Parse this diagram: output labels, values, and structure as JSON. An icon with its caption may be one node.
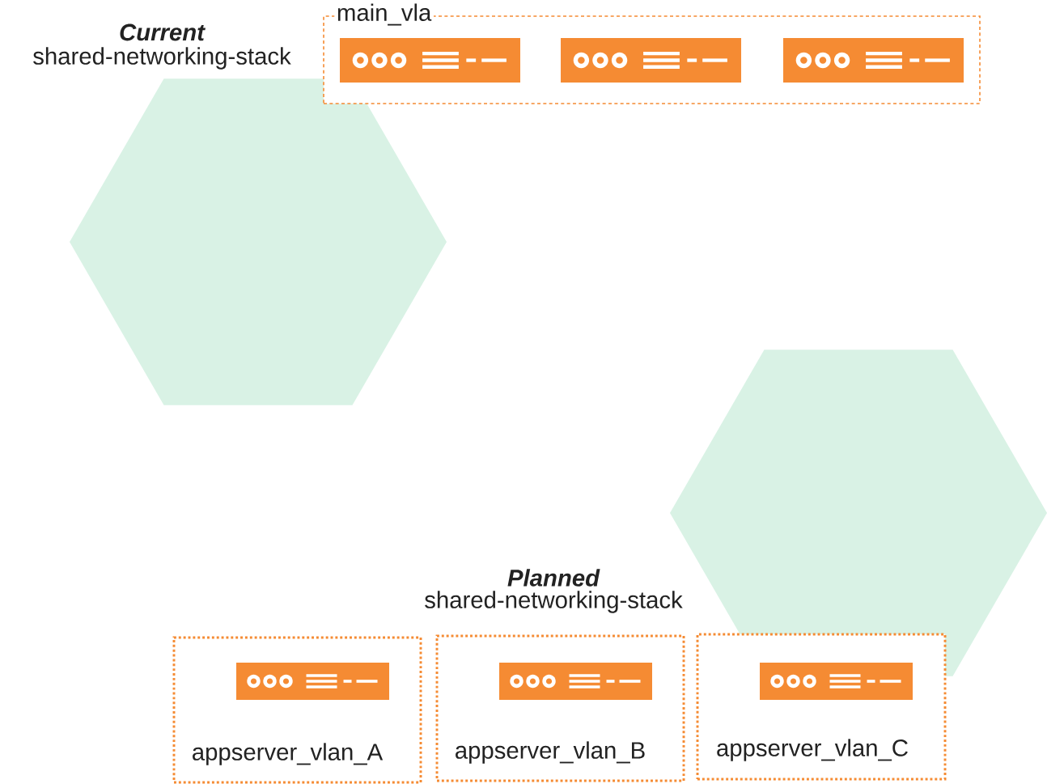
{
  "diagram": {
    "nodes": [
      {
        "text": [
          "main_vla"
        ]
      },
      {
        "text": [],
        "shape": "box",
        "in": 0
      },
      {
        "text": [],
        "shape": "box",
        "in": 0
      },
      {
        "text": [],
        "shape": "box",
        "in": 0
      },
      {
        "text": [],
        "shape": "hexagon"
      },
      {
        "text": [],
        "shape": "hexagon"
      },
      {
        "text": [
          "appserver_vlan_A"
        ]
      },
      {
        "text": [],
        "shape": "box",
        "in": 6
      },
      {
        "text": [
          "appserver_vlan_B"
        ]
      },
      {
        "text": [],
        "shape": "box",
        "in": 8
      },
      {
        "text": [
          "appserver_vlan_C"
        ]
      },
      {
        "text": [],
        "shape": "box",
        "in": 10
      }
    ],
    "labels": [
      "Current",
      "shared-networking-stack",
      "Planned",
      "shared-networking-stack"
    ]
  }
}
